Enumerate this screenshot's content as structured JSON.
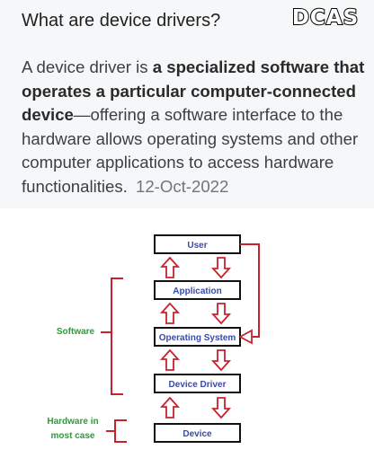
{
  "question": "What are device drivers?",
  "brand": "DCAS",
  "answer": {
    "t1": "A device driver is ",
    "b1": "a specialized software that operates a particular computer-connected device",
    "t2": "—offering a software interface to the hardware allows operating systems and other computer applications to access hardware functionalities.",
    "date": "12-Oct-2022"
  },
  "diagram": {
    "layers": [
      "User",
      "Application",
      "Operating System",
      "Device Driver",
      "Device"
    ],
    "software_label": "Software",
    "hardware_label_1": "Hardware in",
    "hardware_label_2": "most case"
  },
  "colors": {
    "layer_text": "#3a4aa8",
    "arrows_and_brackets": "#c8232c",
    "side_labels": "#2e9a3a"
  }
}
